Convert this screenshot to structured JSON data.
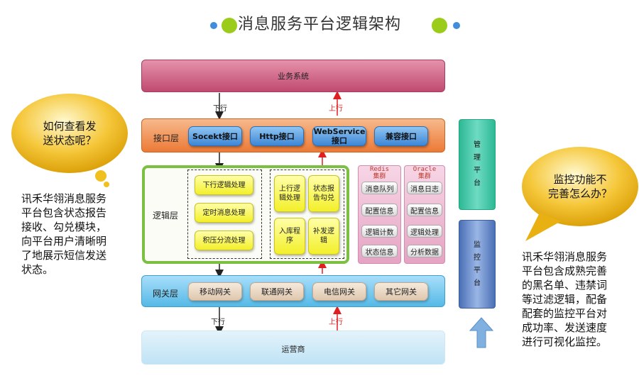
{
  "title": "消息服务平台逻辑架构",
  "layers": {
    "business": "业务系统",
    "interface": {
      "label": "接口层",
      "items": [
        "Socekt接口",
        "Http接口",
        "WebService\n接口",
        "兼容接口"
      ]
    },
    "logic": {
      "label": "逻辑层",
      "group1": [
        "下行逻辑处理",
        "定时消息处理",
        "积压分流处理"
      ],
      "group2": [
        "上行逻\n辑处理",
        "状态报\n告勾兑",
        "入库程\n序",
        "补发逻\n辑"
      ]
    },
    "redis": {
      "title": "Redis\n集群",
      "items": [
        "消息队列",
        "配置信息",
        "逻辑计数",
        "状态信息"
      ]
    },
    "oracle": {
      "title": "Oracle\n集群",
      "items": [
        "消息日志",
        "配置信息",
        "逻辑处理",
        "分析数据"
      ]
    },
    "gateway": {
      "label": "网关层",
      "items": [
        "移动网关",
        "联通网关",
        "电信网关",
        "其它网关"
      ]
    },
    "operator": "运营商"
  },
  "flow": {
    "down": "下行",
    "up": "上行"
  },
  "side_columns": {
    "manage": [
      "管",
      "理",
      "平",
      "台"
    ],
    "monitor": [
      "监",
      "控",
      "平",
      "台"
    ]
  },
  "left_bubble": {
    "text": "如何查看发\n送状态呢？"
  },
  "left_text": "讯禾华翎消息服务\n平台包含状态报告\n接收、勾兑模块，\n向平台用户清晰明\n了地展示短信发送\n状态。",
  "right_bubble": {
    "text": "监控功能不\n完善怎么办？"
  },
  "right_text": "讯禾华翎消息服务\n平台包含成熟完善\n的黑名单、违禁词\n等过滤逻辑，配备\n配套的监控平台对\n成功率、发送速度\n进行可视化监控。",
  "colors": {
    "business": "#c85a7a",
    "interface": "#f08a4a",
    "logic_border": "#7bc043",
    "cluster": "#e7a6c4",
    "gateway": "#5fc2ec",
    "operator": "#bfe3f5",
    "manage": "#3fc6a6",
    "monitor": "#5a82c4",
    "bubble": "#f0b800",
    "arrow_down": "#222222",
    "arrow_up": "#e02020"
  }
}
